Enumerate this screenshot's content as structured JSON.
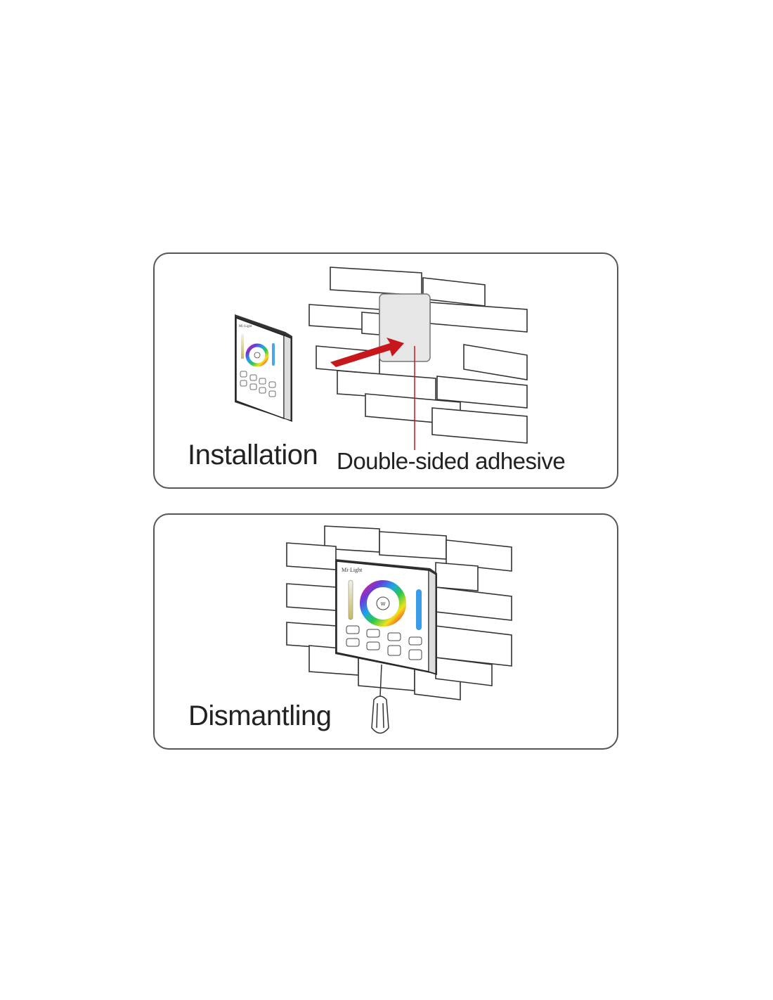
{
  "installation": {
    "title": "Installation",
    "adhesive_label": "Double-sided adhesive",
    "panel_logo": "Mi·Light",
    "center_button": "W"
  },
  "dismantling": {
    "title": "Dismantling",
    "panel_logo": "Mi·Light",
    "center_button": "W"
  },
  "colors": {
    "arrow": "#c8161d",
    "line": "#c8161d",
    "border": "#555555"
  }
}
